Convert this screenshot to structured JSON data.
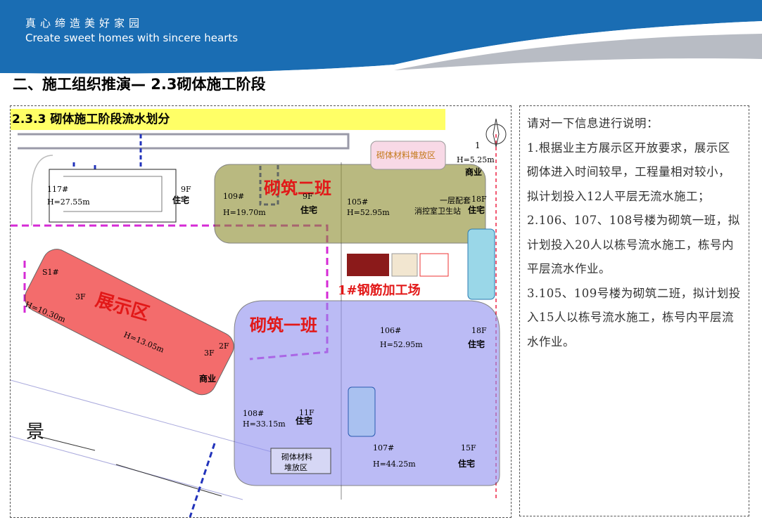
{
  "banner": {
    "slogan_cn": "真心缔造美好家园",
    "slogan_en": "Create sweet homes with sincere hearts",
    "colors": {
      "blue": "#1a6db3",
      "gray": "#b8bcc4"
    }
  },
  "page_title": "二、施工组织推演— 2.3砌体施工阶段",
  "map": {
    "subtitle": "2.3.3 砌体施工阶段流水划分",
    "zones": {
      "team_two": {
        "label": "砌筑二班",
        "color": "#8b8b2c"
      },
      "team_one": {
        "label": "砌筑一班",
        "color": "#8e8ff0"
      },
      "show_area": {
        "label": "展示区",
        "color": "#f03c3c"
      }
    },
    "rebar_yard": "1#钢筋加工场",
    "material_top": "砌体材料堆放区",
    "material_bottom_1": "砌体材料",
    "material_bottom_2": "堆放区",
    "landscape": "景",
    "buildings": {
      "b117": {
        "id": "117#",
        "height": "H=27.55m",
        "floors": "9F",
        "use": "住宅"
      },
      "b109": {
        "id": "109#",
        "height": "H=19.70m",
        "floors": "9F",
        "use": "住宅"
      },
      "b105": {
        "id": "105#",
        "height": "H=52.95m",
        "floors": "18F",
        "use": "住宅"
      },
      "b1": {
        "id": "1",
        "height": "H=5.25m",
        "use": "商业",
        "extra_1": "一层配套",
        "extra_2": "消控室卫生站"
      },
      "bs1": {
        "id": "S1#",
        "height": "H=10.30m",
        "floors": "3F",
        "height2": "H=13.05m",
        "floors2": "3F",
        "floors3": "2F",
        "use": "商业"
      },
      "b106": {
        "id": "106#",
        "height": "H=52.95m",
        "floors": "18F",
        "use": "住宅"
      },
      "b108": {
        "id": "108#",
        "height": "H=33.15m",
        "floors": "11F",
        "use": "住宅"
      },
      "b107": {
        "id": "107#",
        "height": "H=44.25m",
        "floors": "15F",
        "use": "住宅"
      }
    }
  },
  "info": {
    "intro": "请对一下信息进行说明：",
    "item1": "1.根据业主方展示区开放要求，展示区砌体进入时间较早，工程量相对较小，拟计划投入12人平层无流水施工；",
    "item2": "2.106、107、108号楼为砌筑一班，拟计划投入20人以栋号流水施工，栋号内平层流水作业。",
    "item3": "3.105、109号楼为砌筑二班，拟计划投入15人以栋号流水施工，栋号内平层流水作业。"
  }
}
